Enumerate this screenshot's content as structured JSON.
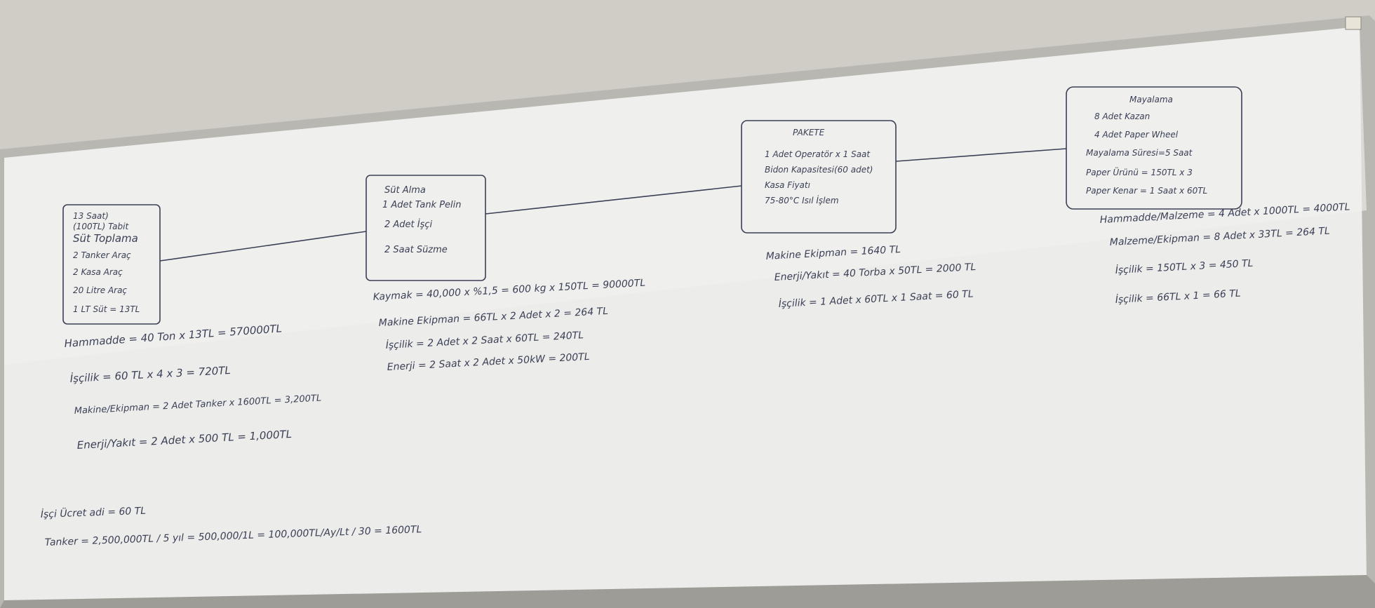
{
  "board": {
    "box1": [
      "13 Saat)",
      "(100TL) Tabit",
      "Süt Toplama",
      "2 Tanker Araç",
      "2 Kasa Araç",
      "20 Litre Araç",
      "1 LT Süt = 13TL"
    ],
    "box2": [
      "Süt Alma",
      "1 Adet Tank Pelin",
      "2 Adet İşçi",
      "2 Saat Süzme"
    ],
    "box3": [
      "PAKETE",
      "1 Adet Operatör x 1 Saat",
      "Bidon Kapasitesi(60 adet)",
      "Kasa Fiyatı",
      "75-80°C Isıl İşlem"
    ],
    "box4": [
      "Mayalama",
      "8 Adet Kazan",
      "4 Adet Paper Wheel",
      "Mayalama Süresi=5 Saat",
      "Paper Ürünü = 150TL x 3",
      "Paper Kenar = 1 Saat x 60TL"
    ],
    "calc1": [
      "Hammadde = 40 Ton x 13TL = 570000TL",
      "İşçilik = 60 TL x 4 x 3 = 720TL",
      "Makine/Ekipman = 2 Adet Tanker x 1600TL = 3,200TL",
      "Enerji/Yakıt = 2 Adet x 500 TL = 1,000TL"
    ],
    "calc2": [
      "Kaymak = 40,000 x %1,5 = 600 kg x 150TL = 90000TL",
      "Makine Ekipman = 66TL x 2 Adet x 2 = 264 TL",
      "İşçilik = 2 Adet x 2 Saat x 60TL = 240TL",
      "Enerji = 2 Saat x 2 Adet x 50kW = 200TL"
    ],
    "calc3": [
      "Makine Ekipman = 1640 TL",
      "Enerji/Yakıt = 40 Torba x 50TL = 2000 TL",
      "İşçilik = 1 Adet x 60TL x 1 Saat = 60 TL"
    ],
    "calc4": [
      "Hammadde/Malzeme = 4 Adet x 1000TL = 4000TL",
      "Malzeme/Ekipman = 8 Adet x 33TL = 264 TL",
      "İşçilik = 150TL x 3 = 450 TL",
      "İşçilik = 66TL x 1 = 66 TL"
    ],
    "bottom": [
      "İşçi Ücret adi = 60 TL",
      "Tanker = 2,500,000TL / 5 yıl = 500,000/1L = 100,000TL/Ay/Lt / 30 = 1600TL"
    ]
  }
}
